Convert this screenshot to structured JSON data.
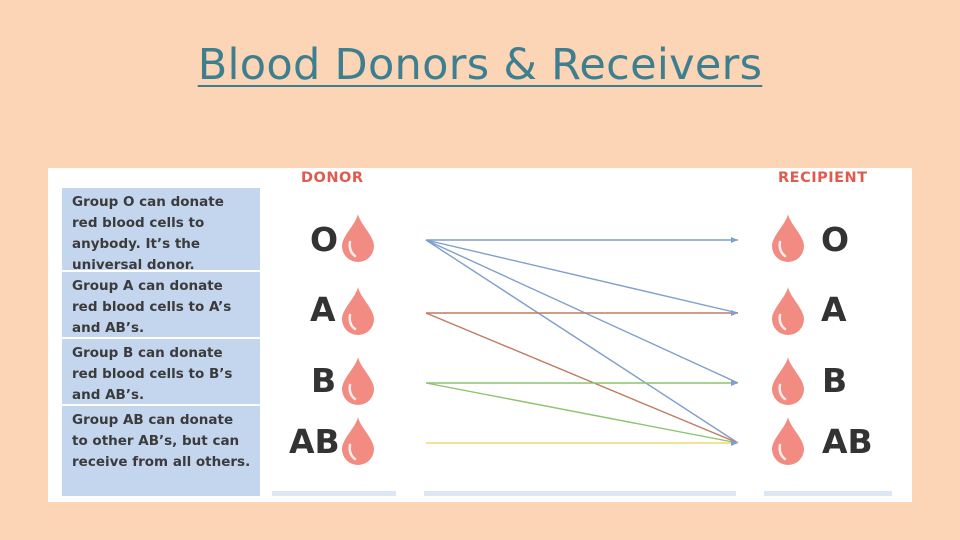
{
  "title": "Blood Donors & Receivers",
  "diagram": {
    "donor_header": "DONOR",
    "recipient_header": "RECIPIENT",
    "descriptions": [
      "Group O can donate red blood cells to anybody. It’s the universal donor.",
      "Group A can donate red blood cells to A’s and AB’s.",
      "Group B can donate red blood cells to B’s and AB’s.",
      "Group AB can donate to other AB’s, but can receive from all others."
    ],
    "donors": [
      "O",
      "A",
      "B",
      "AB"
    ],
    "recipients": [
      "O",
      "A",
      "B",
      "AB"
    ],
    "drop_color": "#f28b82",
    "connections": [
      {
        "from": "O",
        "to": "O",
        "color": "#7f9fcc"
      },
      {
        "from": "O",
        "to": "A",
        "color": "#7f9fcc"
      },
      {
        "from": "O",
        "to": "B",
        "color": "#7f9fcc"
      },
      {
        "from": "O",
        "to": "AB",
        "color": "#7f9fcc"
      },
      {
        "from": "A",
        "to": "A",
        "color": "#c07a62"
      },
      {
        "from": "A",
        "to": "AB",
        "color": "#c07a62"
      },
      {
        "from": "B",
        "to": "B",
        "color": "#8cc46e"
      },
      {
        "from": "B",
        "to": "AB",
        "color": "#8cc46e"
      },
      {
        "from": "AB",
        "to": "AB",
        "color": "#f0dc6e"
      }
    ]
  }
}
